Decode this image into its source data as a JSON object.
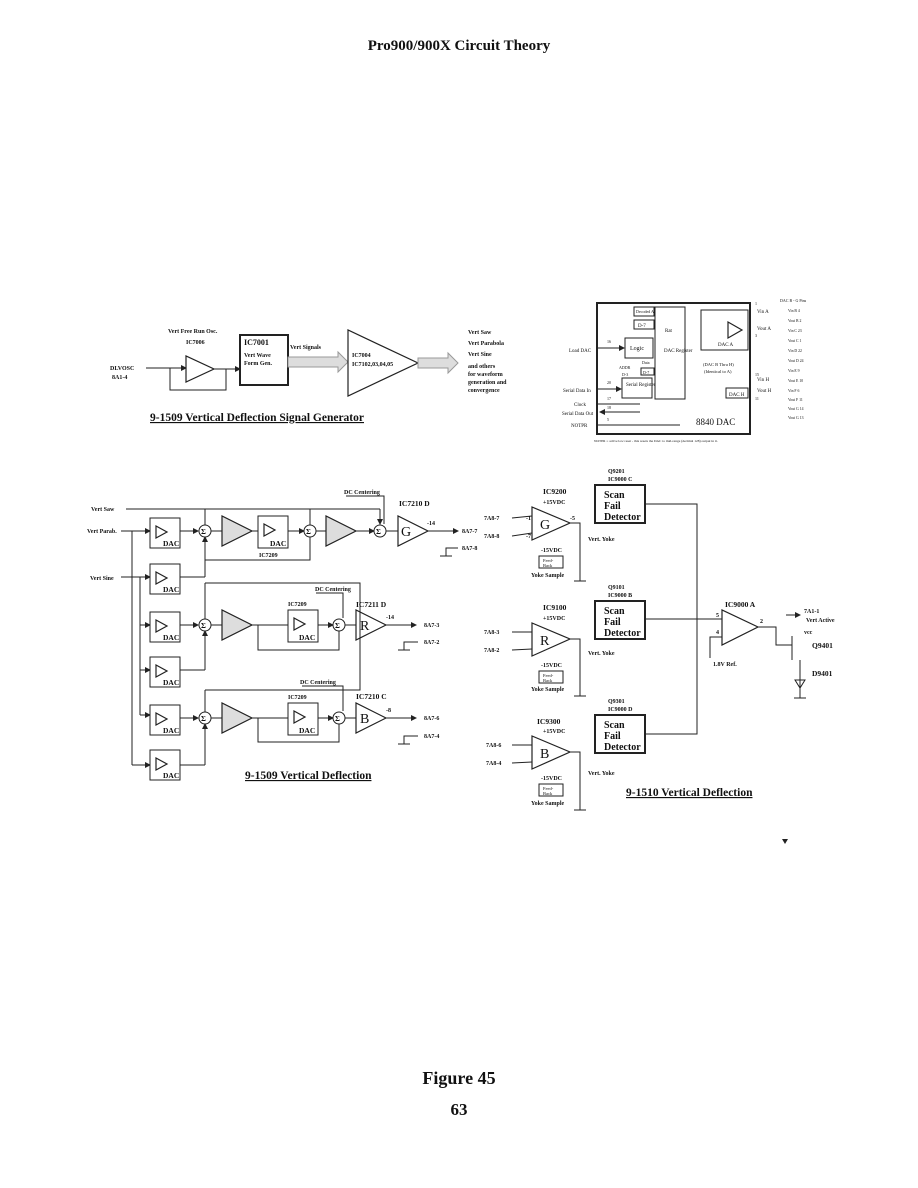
{
  "header": {
    "title": "Pro900/900X Circuit Theory"
  },
  "footer": {
    "figure": "Figure 45",
    "page": "63"
  },
  "generator": {
    "caption": "9-1509 Vertical Deflection Signal Generator",
    "osc_title": "Vert Free Run Osc.",
    "osc_ic": "IC7006",
    "in_label": "DLVOSC",
    "in_pin": "8A1-4",
    "wave_ic": "IC7001",
    "wave_l1": "Vert Wave",
    "wave_l2": "Form Gen.",
    "signals": "Vert Signals",
    "amp_l1": "IC7004",
    "amp_l2": "IC7102,03,04,05",
    "outs": [
      "Vert Saw",
      "Vert Parabola",
      "Vert Sine",
      "and others",
      "for waveform",
      "generation and",
      "convergence"
    ]
  },
  "dac8840": {
    "name": "8840 DAC",
    "load": "Load DAC",
    "serial_in": "Serial Data In",
    "clock": "Clock",
    "serial_out": "Serial Data Out",
    "notpr": "NOTPR",
    "decode": "Decoded ADDRES",
    "d07": "D-7",
    "latch": "Rat",
    "logic": "Logic",
    "dac_reg": "DAC Register",
    "addr": "ADDR",
    "d03": "D-3",
    "data": "Data",
    "serial_reg": "Serial Register",
    "d07b": "D-7",
    "dac_a": "DAC A",
    "dac_b_thru": "(DAC B Thru H)",
    "identical": "(Identical to A)",
    "dac_h": "DAC H",
    "vin_a": "Vin A",
    "vout_a": "Vout A",
    "vin_h": "Vin H",
    "vout_h": "Vout H",
    "pins_title": "DAC B - G Pins",
    "pins": [
      "Vin B 4",
      "Vout B 2",
      "Vin C 23",
      "Vout C 1",
      "Vin D 22",
      "Vout D 24",
      "Vin E 9",
      "Vout E 10",
      "Vin F 6",
      "Vout F 11",
      "Vout G 14",
      "Vout G 13"
    ],
    "note": "NOTPR = active low reset - this resets the DAC to mid-range (decimal 128) output in it.",
    "pin_nums": [
      "16",
      "20",
      "17",
      "18",
      "5",
      "15",
      "11",
      "1",
      "3"
    ]
  },
  "deflection": {
    "caption": "9-1509 Vertical Deflection",
    "inputs": [
      "Vert Saw",
      "Vert Parab.",
      "Vert Sine"
    ],
    "dac": "DAC",
    "sum": "Σ",
    "dc": "DC Centering",
    "ch_g": {
      "ic": "IC7210 D",
      "dac_ic": "IC7209",
      "letter": "G",
      "pin": "-14",
      "out": "8A7-7",
      "gnd": "8A7-8"
    },
    "ch_r": {
      "ic": "IC7211 D",
      "dac_ic": "IC7209",
      "letter": "R",
      "pin": "-14",
      "out": "8A7-3",
      "gnd": "8A7-2"
    },
    "ch_b": {
      "ic": "IC7210 C",
      "dac_ic": "IC7209",
      "letter": "B",
      "pin": "-8",
      "out": "8A7-6",
      "gnd": "8A7-4"
    }
  },
  "yoke": {
    "caption": "9-1510 Vertical Deflection",
    "ch": [
      {
        "ic": "IC9200",
        "letter": "G",
        "in1": "7A8-7",
        "in2": "7A8-8",
        "q": "Q9201",
        "qic": "IC9000 C"
      },
      {
        "ic": "IC9100",
        "letter": "R",
        "in1": "7A8-3",
        "in2": "7A8-2",
        "q": "Q9101",
        "qic": "IC9000 B"
      },
      {
        "ic": "IC9300",
        "letter": "B",
        "in1": "7A8-6",
        "in2": "7A8-4",
        "q": "Q9301",
        "qic": "IC9000 D"
      }
    ],
    "pos": "+15VDC",
    "neg": "-15VDC",
    "yoke": "Vert. Yoke",
    "sample": "Yoke Sample",
    "fb1": "Feed-",
    "fb2": "Back",
    "det1": "Scan",
    "det2": "Fail",
    "det3": "Detector",
    "comp": "IC9000 A",
    "ref": "1.8V Ref.",
    "active_pin": "7A1-1",
    "active": "Vert Active",
    "vcc": "vcc",
    "q": "Q9401",
    "d": "D9401",
    "p5": "5",
    "p4": "4",
    "p2": "2",
    "p7": "-7",
    "p1": "-1",
    "p5b": "-5"
  }
}
